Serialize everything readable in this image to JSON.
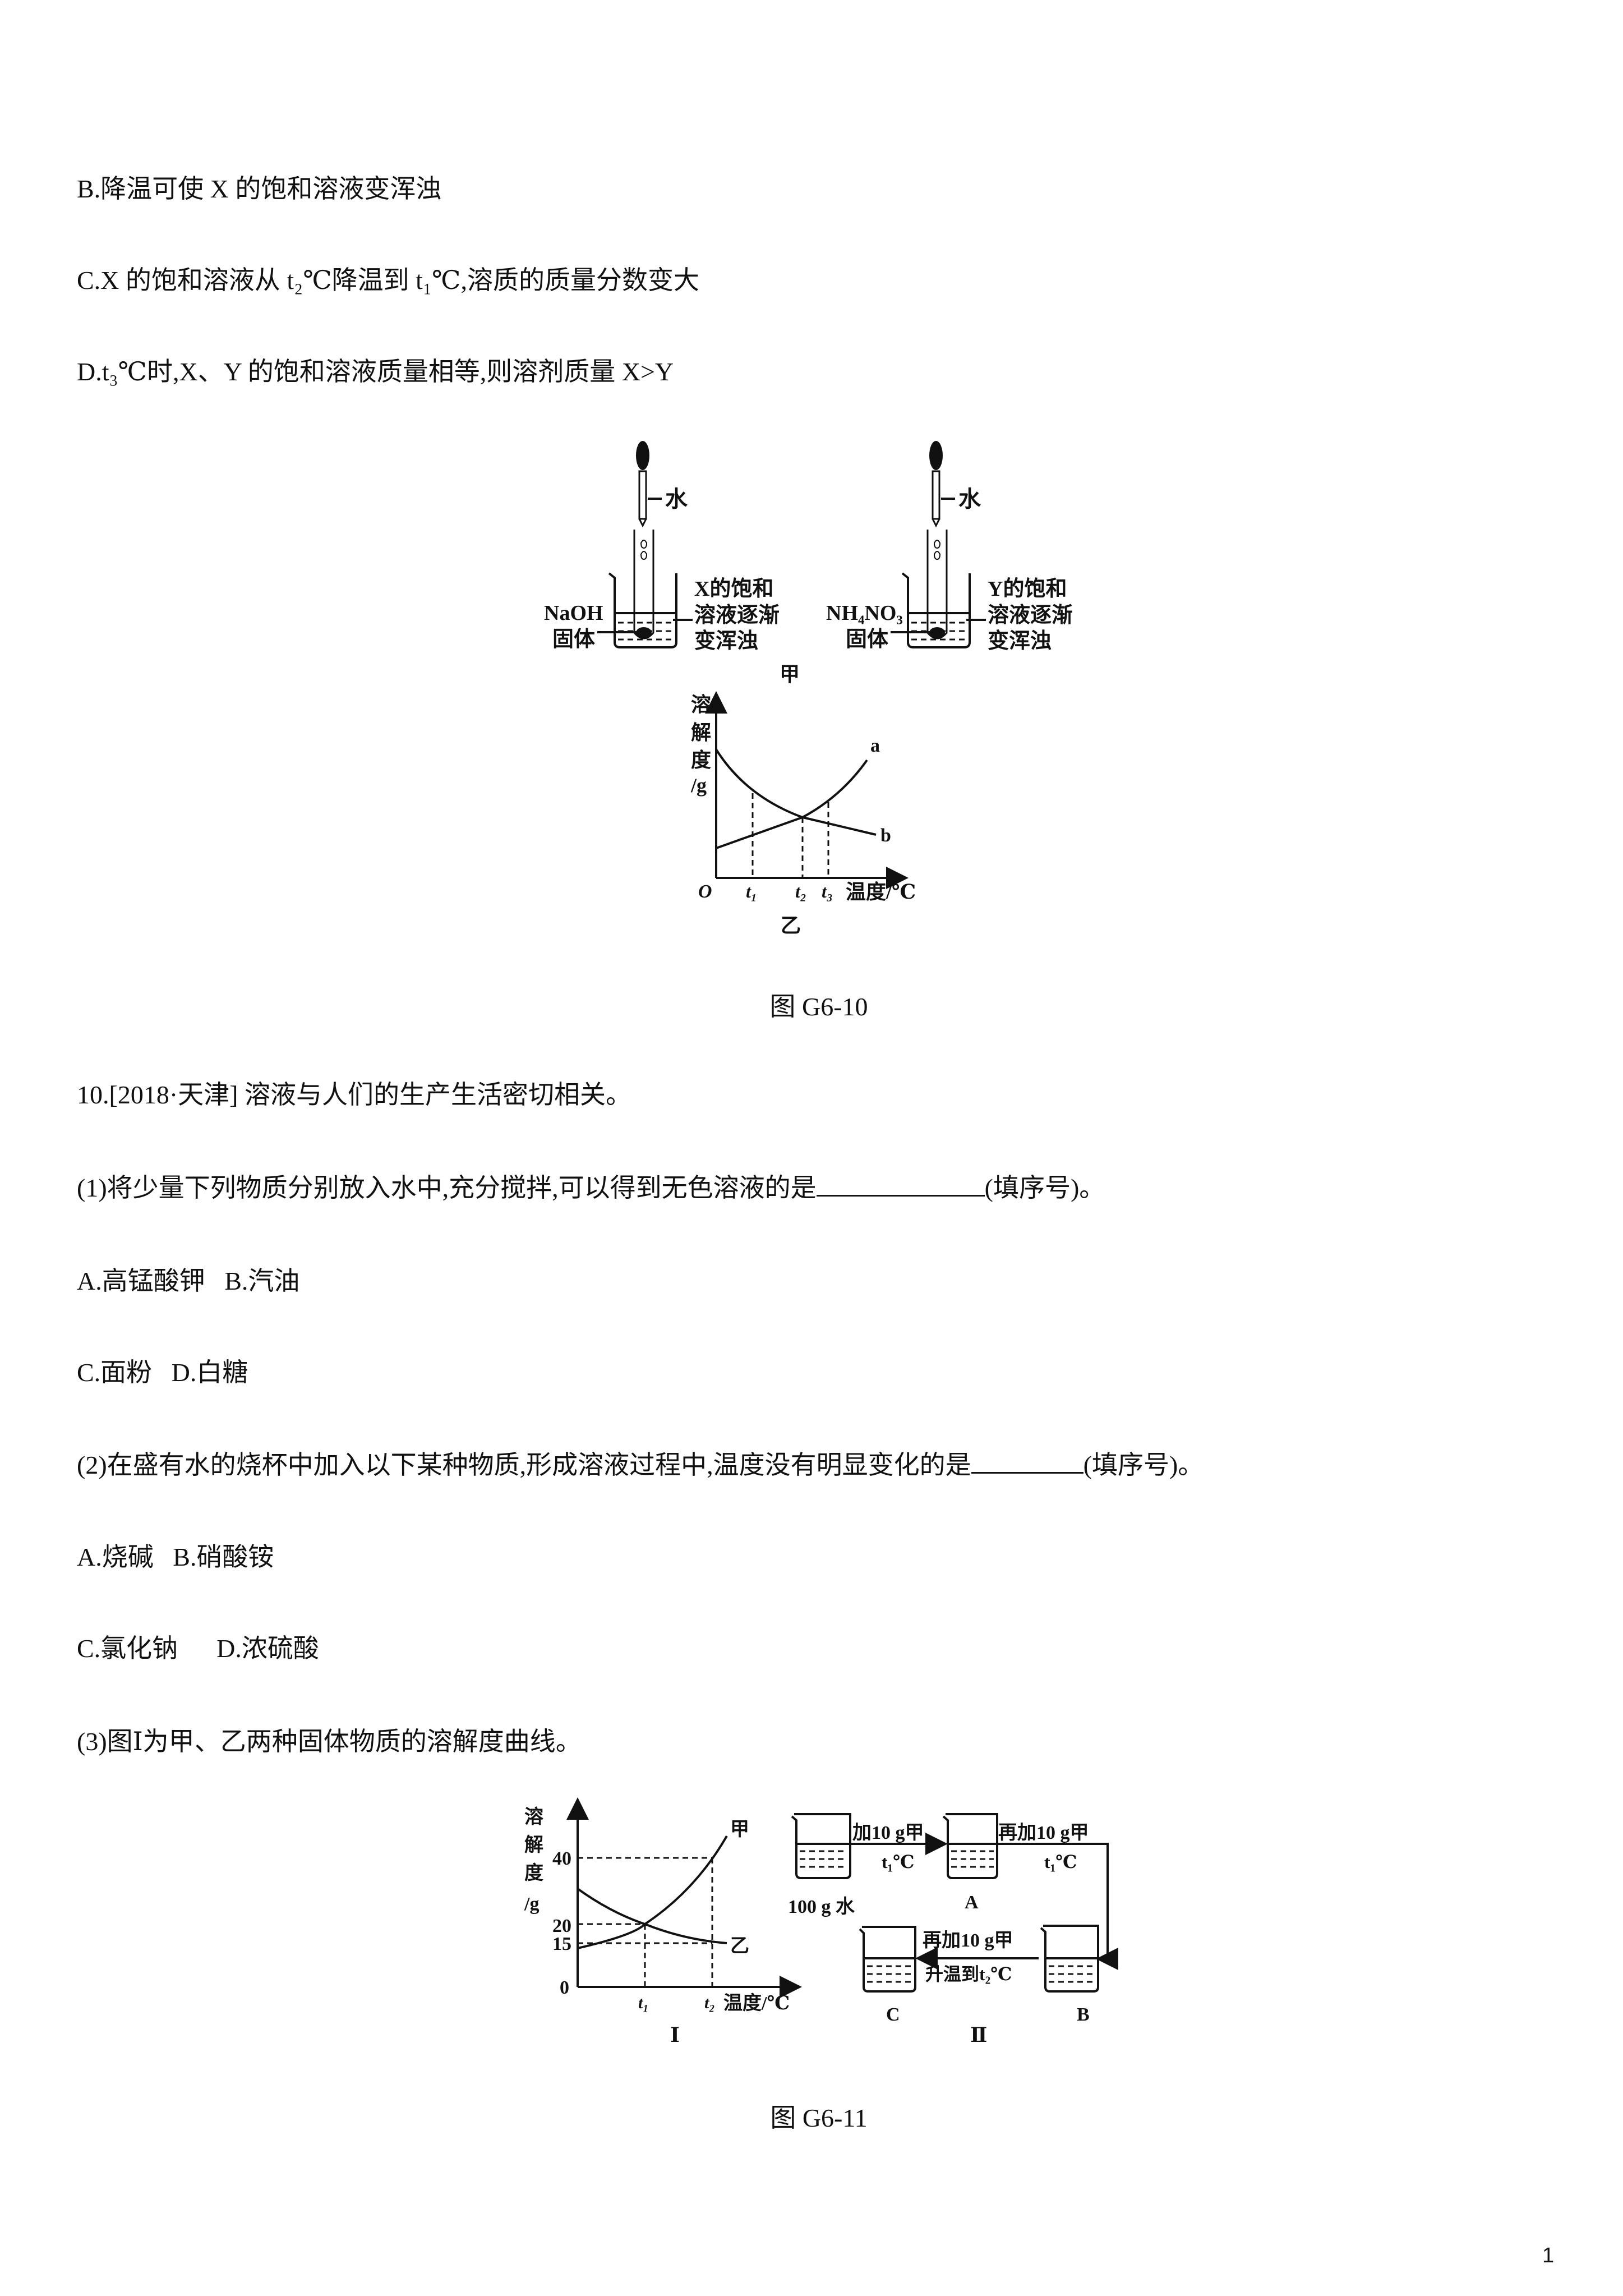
{
  "options_prev": {
    "B": "B.降温可使 X 的饱和溶液变浑浊",
    "C": "C.X 的饱和溶液从 t₂℃降温到 t₁℃,溶质的质量分数变大",
    "D": "D.t₃℃时,X、Y 的饱和溶液质量相等,则溶剂质量 X>Y"
  },
  "fig10": {
    "water": "水",
    "left_solid": [
      "NaOH",
      "固体"
    ],
    "left_desc": [
      "X的饱和",
      "溶液逐渐",
      "变浑浊"
    ],
    "right_solid": [
      "NH₄NO₃",
      "固体"
    ],
    "right_desc": [
      "Y的饱和",
      "溶液逐渐",
      "变浑浊"
    ],
    "label_jia": "甲",
    "graph": {
      "ylabel": [
        "溶",
        "解",
        "度",
        "/g"
      ],
      "origin": "O",
      "xticks": [
        "t₁",
        "t₂",
        "t₃"
      ],
      "xlabel": "温度/℃",
      "curve_a": "a",
      "curve_b": "b",
      "label_yi": "乙"
    },
    "caption": "图 G6-10"
  },
  "q10": {
    "title": "10.[2018·天津] 溶液与人们的生产生活密切相关。",
    "p1": {
      "text": "(1)将少量下列物质分别放入水中,充分搅拌,可以得到无色溶液的是",
      "suffix": "(填序号)。"
    },
    "p1_opts_1": "A.高锰酸钾   B.汽油",
    "p1_opts_2": "C.面粉   D.白糖",
    "p2": {
      "text": "(2)在盛有水的烧杯中加入以下某种物质,形成溶液过程中,温度没有明显变化的是",
      "suffix": "(填序号)。"
    },
    "p2_opts_1": "A.烧碱   B.硝酸铵",
    "p2_opts_2": "C.氯化钠      D.浓硫酸",
    "p3": "(3)图Ⅰ为甲、乙两种固体物质的溶解度曲线。"
  },
  "fig11": {
    "graph": {
      "ylabel": [
        "溶",
        "解",
        "度",
        "/g"
      ],
      "yticks": [
        "40",
        "20",
        "15",
        "0"
      ],
      "xticks": [
        "t₁",
        "t₂"
      ],
      "xlabel": "温度/℃",
      "curve_jia": "甲",
      "curve_yi": "乙",
      "label": "Ⅰ"
    },
    "process": {
      "step1": "加10 g甲",
      "step1_temp": "t₁℃",
      "start": "100 g 水",
      "A": "A",
      "step2": "再加10 g甲",
      "step2_temp": "t₁℃",
      "B": "B",
      "step3": "再加10 g甲",
      "step3_temp": "升温到t₂℃",
      "C": "C",
      "label": "Ⅱ"
    },
    "caption": "图 G6-11"
  },
  "page_number": "1"
}
